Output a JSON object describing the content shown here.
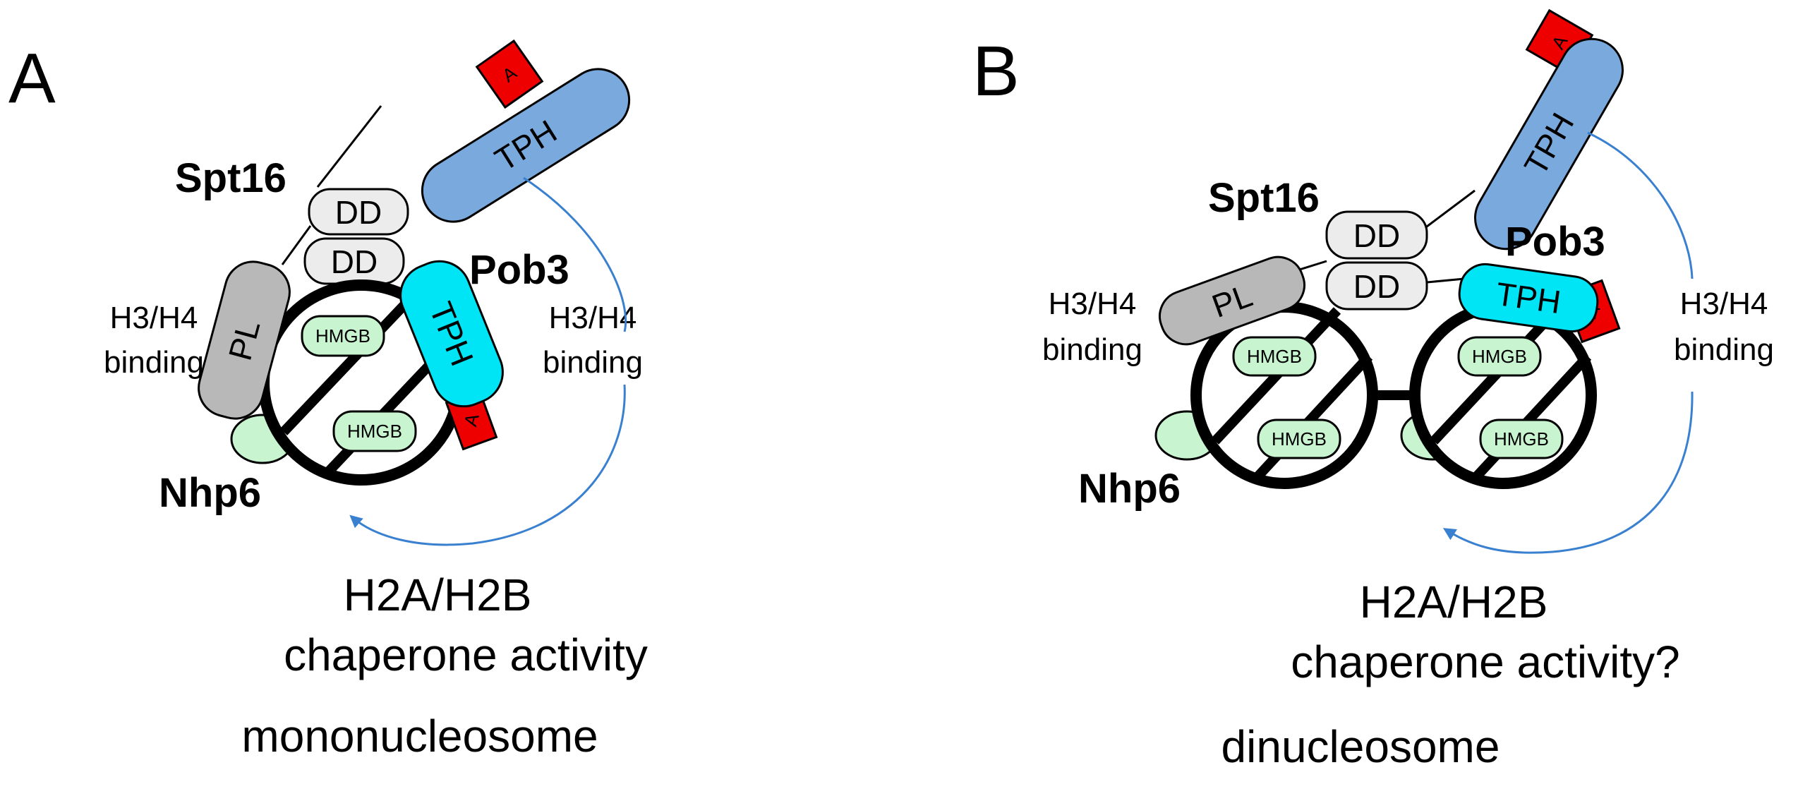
{
  "colors": {
    "tph_blue": "#7AAADD",
    "tph_cyan": "#00E5F5",
    "acidic_red": "#EE0000",
    "pl_gray": "#B8B8B8",
    "dd_light": "#ECECEC",
    "hmgb_green": "#C8F5D0",
    "arrow_blue": "#3A80D0"
  },
  "panel_a": {
    "letter": "A",
    "spt16": "Spt16",
    "pob3": "Pob3",
    "nhp6": "Nhp6",
    "dd_top": "DD",
    "dd_bottom": "DD",
    "pl": "PL",
    "tph_spt16": "TPH",
    "tph_pob3": "TPH",
    "acidic_spt16": "A",
    "acidic_pob3": "A",
    "hmgb_1": "HMGB",
    "hmgb_2": "HMGB",
    "left_binding_line1": "H3/H4",
    "left_binding_line2": "binding",
    "right_binding_line1": "H3/H4",
    "right_binding_line2": "binding",
    "activity_line1": "H2A/H2B",
    "activity_line2": "chaperone activity",
    "substrate": "mononucleosome"
  },
  "panel_b": {
    "letter": "B",
    "spt16": "Spt16",
    "pob3": "Pob3",
    "nhp6": "Nhp6",
    "dd_top": "DD",
    "dd_bottom": "DD",
    "pl": "PL",
    "tph_spt16": "TPH",
    "tph_pob3": "TPH",
    "acidic_spt16": "A",
    "acidic_pob3": "A",
    "hmgb_1": "HMGB",
    "hmgb_2": "HMGB",
    "hmgb_3": "HMGB",
    "hmgb_4": "HMGB",
    "left_binding_line1": "H3/H4",
    "left_binding_line2": "binding",
    "right_binding_line1": "H3/H4",
    "right_binding_line2": "binding",
    "activity_line1": "H2A/H2B",
    "activity_line2": "chaperone activity?",
    "substrate": "dinucleosome"
  }
}
